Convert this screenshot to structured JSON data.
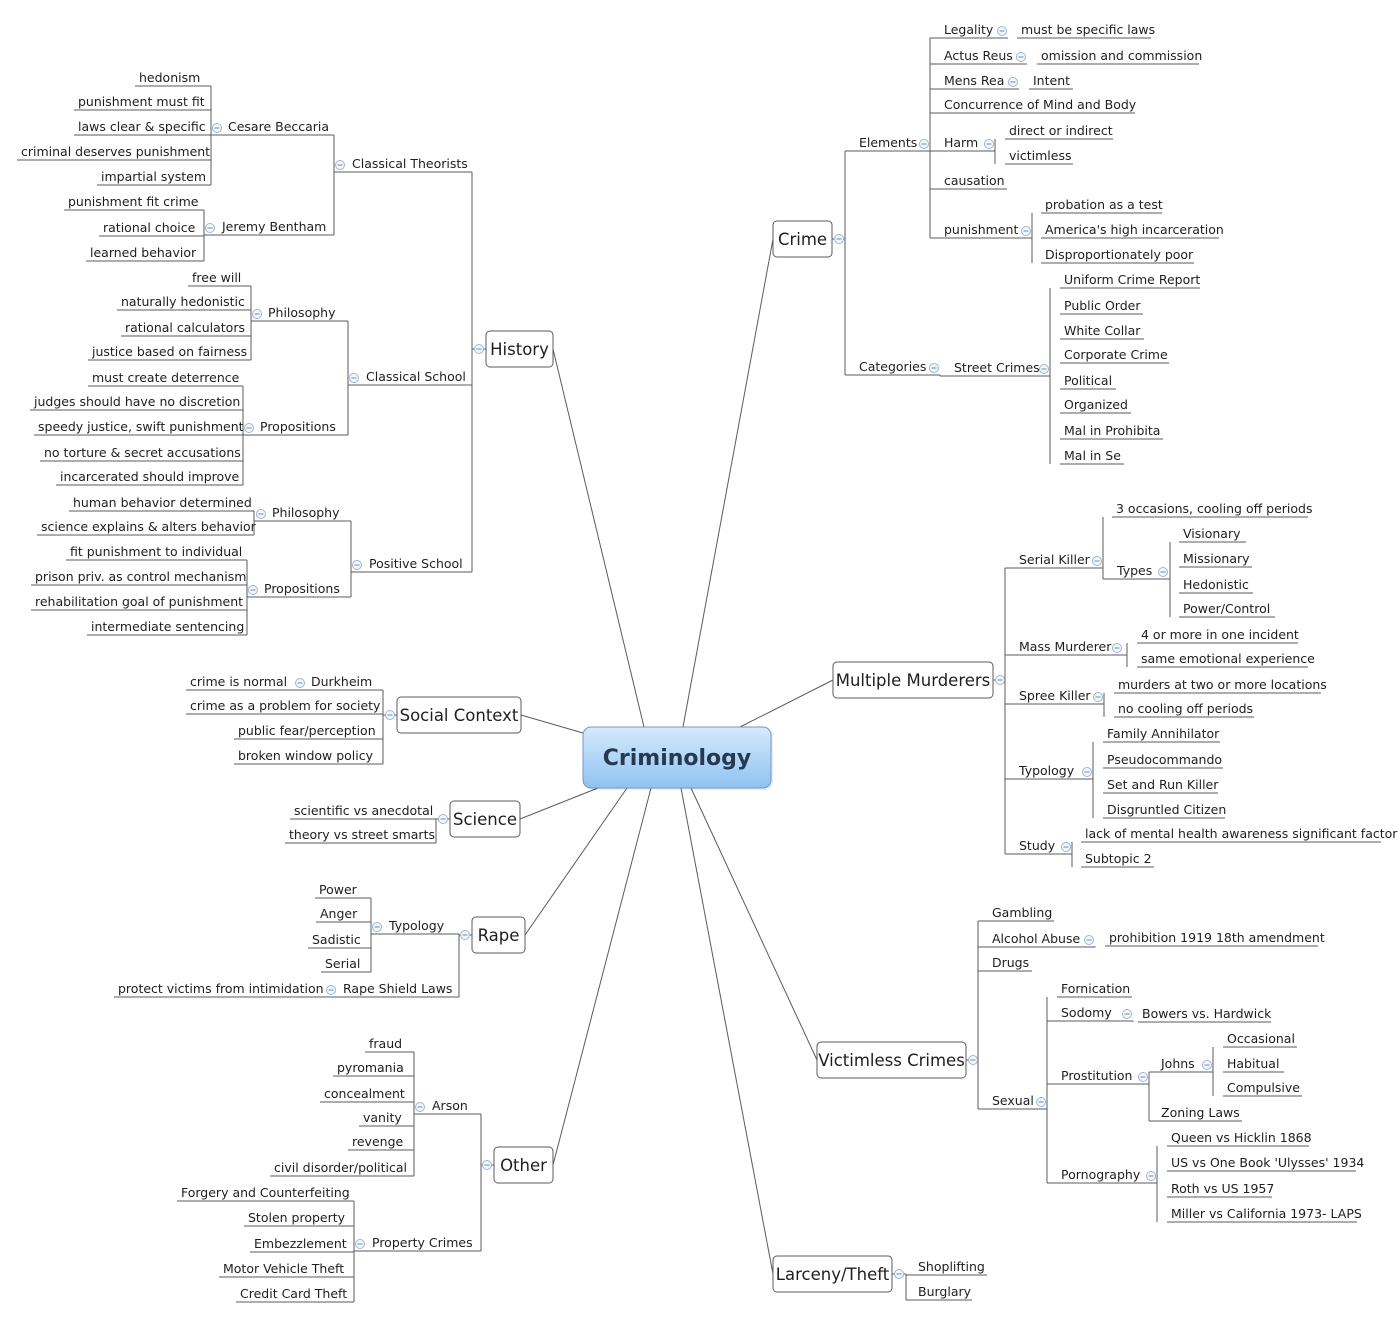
{
  "central": {
    "id": "root",
    "label": "Criminology"
  },
  "main_topics": [
    {
      "id": "history",
      "label": "History"
    },
    {
      "id": "social_context",
      "label": "Social Context"
    },
    {
      "id": "science",
      "label": "Science"
    },
    {
      "id": "rape",
      "label": "Rape"
    },
    {
      "id": "other",
      "label": "Other"
    },
    {
      "id": "crime",
      "label": "Crime"
    },
    {
      "id": "multiple_murderers",
      "label": "Multiple Murderers"
    },
    {
      "id": "victimless_crimes",
      "label": "Victimless Crimes"
    },
    {
      "id": "larceny_theft",
      "label": "Larceny/Theft"
    }
  ],
  "branches": {
    "history": [
      {
        "label": "Classical Theorists",
        "children": [
          {
            "label": "Cesare Beccaria",
            "children": [
              {
                "label": "hedonism"
              },
              {
                "label": "punishment must fit"
              },
              {
                "label": "laws clear & specific"
              },
              {
                "label": "criminal deserves punishment"
              },
              {
                "label": "impartial system"
              }
            ]
          },
          {
            "label": "Jeremy Bentham",
            "children": [
              {
                "label": "punishment fit crime"
              },
              {
                "label": "rational choice"
              },
              {
                "label": "learned behavior"
              }
            ]
          }
        ]
      },
      {
        "label": "Classical School",
        "children": [
          {
            "label": "Philosophy",
            "children": [
              {
                "label": "free will"
              },
              {
                "label": "naturally hedonistic"
              },
              {
                "label": "rational calculators"
              },
              {
                "label": "justice based on fairness"
              }
            ]
          },
          {
            "label": "Propositions",
            "children": [
              {
                "label": "must create deterrence"
              },
              {
                "label": "judges should have no discretion"
              },
              {
                "label": "speedy justice, swift punishment"
              },
              {
                "label": "no torture & secret accusations"
              },
              {
                "label": "incarcerated should improve"
              }
            ]
          }
        ]
      },
      {
        "label": "Positive School",
        "children": [
          {
            "label": "Philosophy",
            "children": [
              {
                "label": "human behavior determined"
              },
              {
                "label": "science explains & alters behavior"
              }
            ]
          },
          {
            "label": "Propositions",
            "children": [
              {
                "label": "fit punishment to individual"
              },
              {
                "label": "prison priv. as control mechanism"
              },
              {
                "label": "rehabilitation goal of punishment"
              },
              {
                "label": "intermediate sentencing"
              }
            ]
          }
        ]
      }
    ],
    "social_context": [
      {
        "label": "Durkheim",
        "children": [
          {
            "label": "crime is normal"
          }
        ]
      },
      {
        "label": "crime as a problem for society"
      },
      {
        "label": "public fear/perception"
      },
      {
        "label": "broken window policy"
      }
    ],
    "science": [
      {
        "label": "scientific vs anecdotal"
      },
      {
        "label": "theory vs street smarts"
      }
    ],
    "rape": [
      {
        "label": "Typology",
        "children": [
          {
            "label": "Power"
          },
          {
            "label": "Anger"
          },
          {
            "label": "Sadistic"
          },
          {
            "label": "Serial"
          }
        ]
      },
      {
        "label": "Rape Shield Laws",
        "children": [
          {
            "label": "protect victims from intimidation"
          }
        ]
      }
    ],
    "other": [
      {
        "label": "Arson",
        "children": [
          {
            "label": "fraud"
          },
          {
            "label": "pyromania"
          },
          {
            "label": "concealment"
          },
          {
            "label": "vanity"
          },
          {
            "label": "revenge"
          },
          {
            "label": "civil disorder/political"
          }
        ]
      },
      {
        "label": "Property Crimes",
        "children": [
          {
            "label": "Forgery and Counterfeiting"
          },
          {
            "label": "Stolen property"
          },
          {
            "label": "Embezzlement"
          },
          {
            "label": "Motor Vehicle Theft"
          },
          {
            "label": "Credit Card Theft"
          }
        ]
      }
    ],
    "crime": [
      {
        "label": "Elements",
        "children": [
          {
            "label": "Legality",
            "children": [
              {
                "label": "must be specific laws"
              }
            ]
          },
          {
            "label": "Actus Reus",
            "children": [
              {
                "label": "omission and commission"
              }
            ]
          },
          {
            "label": "Mens Rea",
            "children": [
              {
                "label": "Intent"
              }
            ]
          },
          {
            "label": "Concurrence of Mind and Body"
          },
          {
            "label": "Harm",
            "children": [
              {
                "label": "direct or indirect"
              },
              {
                "label": "victimless"
              }
            ]
          },
          {
            "label": "causation"
          },
          {
            "label": "punishment",
            "children": [
              {
                "label": "probation as a test"
              },
              {
                "label": "America's high incarceration"
              },
              {
                "label": "Disproportionately poor"
              }
            ]
          }
        ]
      },
      {
        "label": "Categories",
        "children": [
          {
            "label": "Street Crimes",
            "children": [
              {
                "label": "Uniform Crime Report"
              },
              {
                "label": "Public Order"
              },
              {
                "label": "White Collar"
              },
              {
                "label": "Corporate Crime"
              },
              {
                "label": "Political"
              },
              {
                "label": "Organized"
              },
              {
                "label": "Mal in Prohibita"
              },
              {
                "label": "Mal in Se"
              }
            ]
          }
        ]
      }
    ],
    "multiple_murderers": [
      {
        "label": "Serial Killer",
        "children": [
          {
            "label": "3 occasions, cooling off periods"
          },
          {
            "label": "Types",
            "children": [
              {
                "label": "Visionary"
              },
              {
                "label": "Missionary"
              },
              {
                "label": "Hedonistic"
              },
              {
                "label": "Power/Control"
              }
            ]
          }
        ]
      },
      {
        "label": "Mass Murderer",
        "children": [
          {
            "label": "4 or more in one incident"
          },
          {
            "label": "same emotional experience"
          }
        ]
      },
      {
        "label": "Spree Killer",
        "children": [
          {
            "label": "murders at two or more locations"
          },
          {
            "label": "no cooling off periods"
          }
        ]
      },
      {
        "label": "Typology",
        "children": [
          {
            "label": "Family Annihilator"
          },
          {
            "label": "Pseudocommando"
          },
          {
            "label": "Set and Run Killer"
          },
          {
            "label": "Disgruntled Citizen"
          }
        ]
      },
      {
        "label": "Study",
        "children": [
          {
            "label": "lack of mental health awareness significant factor"
          },
          {
            "label": "Subtopic 2"
          }
        ]
      }
    ],
    "victimless_crimes": [
      {
        "label": "Gambling"
      },
      {
        "label": "Alcohol Abuse",
        "children": [
          {
            "label": "prohibition 1919 18th amendment"
          }
        ]
      },
      {
        "label": "Drugs"
      },
      {
        "label": "Sexual",
        "children": [
          {
            "label": "Fornication"
          },
          {
            "label": "Sodomy",
            "children": [
              {
                "label": "Bowers vs. Hardwick"
              }
            ]
          },
          {
            "label": "Prostitution",
            "children": [
              {
                "label": "Johns",
                "children": [
                  {
                    "label": "Occasional"
                  },
                  {
                    "label": "Habitual"
                  },
                  {
                    "label": "Compulsive"
                  }
                ]
              },
              {
                "label": "Zoning Laws"
              }
            ]
          },
          {
            "label": "Pornography",
            "children": [
              {
                "label": "Queen vs Hicklin 1868"
              },
              {
                "label": "US vs One Book 'Ulysses' 1934"
              },
              {
                "label": "Roth vs US 1957"
              },
              {
                "label": "Miller vs California 1973- LAPS"
              }
            ]
          }
        ]
      }
    ],
    "larceny_theft": [
      {
        "label": "Shoplifting"
      },
      {
        "label": "Burglary"
      }
    ]
  }
}
